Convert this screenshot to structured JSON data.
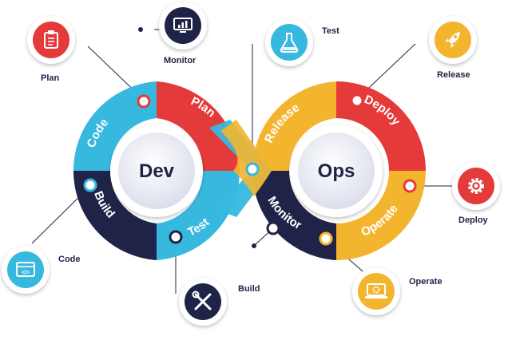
{
  "hubs": {
    "dev": "Dev",
    "ops": "Ops"
  },
  "segments": {
    "code": "Code",
    "plan": "Plan",
    "build": "Build",
    "test": "Test",
    "release": "Release",
    "deploy": "Deploy",
    "monitor": "Monitor",
    "operate": "Operate"
  },
  "callouts": {
    "plan": "Plan",
    "monitor": "Monitor",
    "test": "Test",
    "release": "Release",
    "deploy": "Deploy",
    "operate": "Operate",
    "build": "Build",
    "code": "Code"
  },
  "icons": {
    "plan": "clipboard-icon",
    "monitor": "monitor-chart-icon",
    "test": "flask-icon",
    "release": "rocket-icon",
    "deploy": "gear-icon",
    "operate": "laptop-gear-icon",
    "build": "wrench-screwdriver-icon",
    "code": "code-window-icon"
  },
  "colors": {
    "red": "#e53a3a",
    "cyan": "#37b8df",
    "navy": "#1f2347",
    "yellow": "#f4b52e",
    "hub": "#e6e8f2",
    "text": "#1f2347"
  }
}
